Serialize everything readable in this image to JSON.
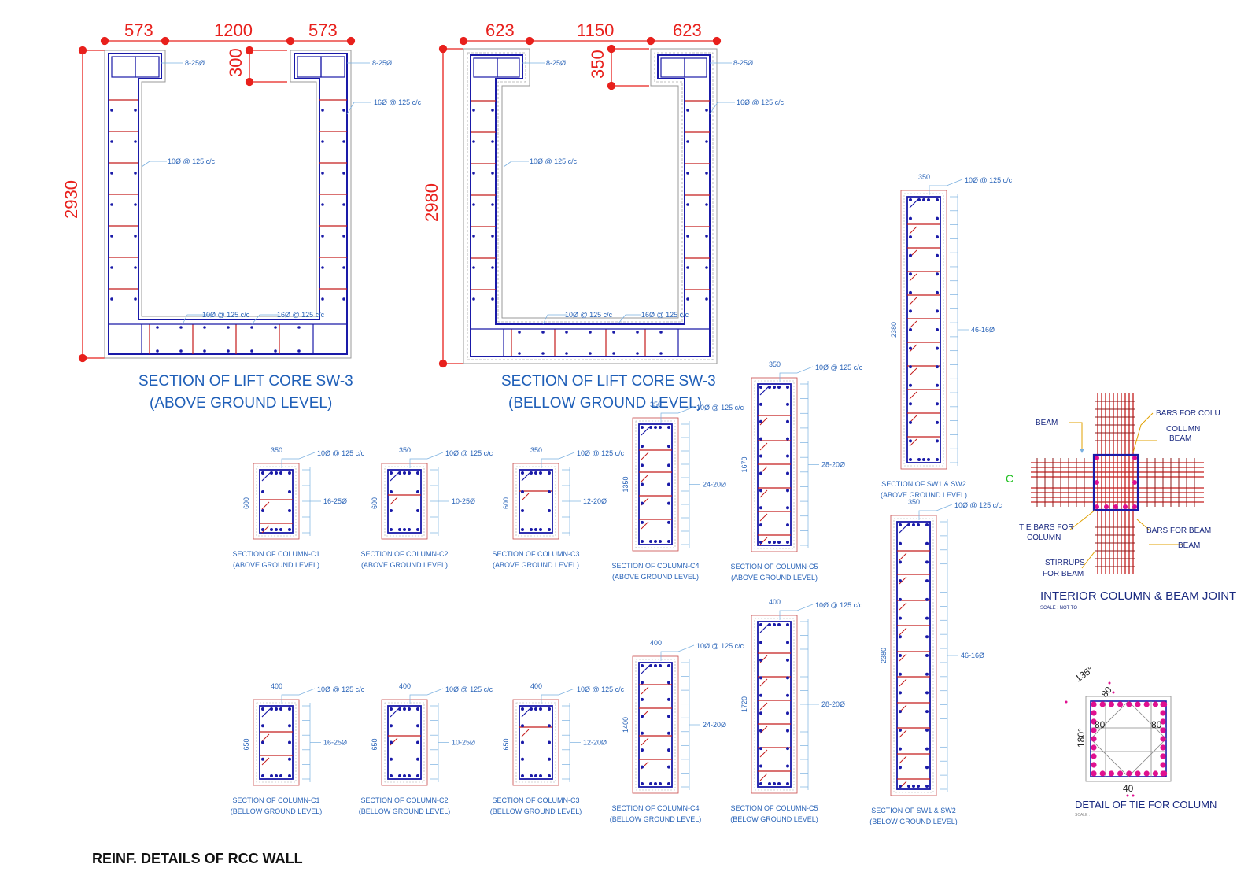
{
  "lift_core_above": {
    "dims_top": [
      "573",
      "1200",
      "573"
    ],
    "dim_height": "2930",
    "dim_opening": "300",
    "bar_corner_left": "8-25Ø",
    "bar_corner_right": "8-25Ø",
    "bar_vertical": "16Ø @ 125 c/c",
    "bar_inner": "10Ø @ 125 c/c",
    "bar_bottom_left": "10Ø @ 125 c/c",
    "bar_bottom_right": "16Ø @ 125 c/c",
    "title_line1": "SECTION OF LIFT CORE SW-3",
    "title_line2": "(ABOVE GROUND LEVEL)"
  },
  "lift_core_below": {
    "dims_top": [
      "623",
      "1150",
      "623"
    ],
    "dim_height": "2980",
    "dim_opening": "350",
    "bar_corner_left": "8-25Ø",
    "bar_corner_right": "8-25Ø",
    "bar_vertical": "16Ø @ 125 c/c",
    "bar_inner": "10Ø @ 125 c/c",
    "bar_bottom_left": "10Ø @ 125 c/c",
    "bar_bottom_right": "16Ø @ 125 c/c",
    "title_line1": "SECTION OF LIFT CORE SW-3",
    "title_line2": "(BELLOW GROUND LEVEL)"
  },
  "columns": [
    {
      "id": "c1a",
      "width": "350",
      "height": "600",
      "tie": "10Ø @ 125 c/c",
      "bars": "16-25Ø",
      "title": "SECTION OF COLUMN-C1",
      "sub": "(ABOVE GROUND LEVEL)"
    },
    {
      "id": "c2a",
      "width": "350",
      "height": "600",
      "tie": "10Ø @ 125 c/c",
      "bars": "10-25Ø",
      "title": "SECTION OF COLUMN-C2",
      "sub": "(ABOVE GROUND LEVEL)"
    },
    {
      "id": "c3a",
      "width": "350",
      "height": "600",
      "tie": "10Ø @ 125 c/c",
      "bars": "12-20Ø",
      "title": "SECTION OF COLUMN-C3",
      "sub": "(ABOVE GROUND LEVEL)"
    },
    {
      "id": "c4a",
      "width": "350",
      "height": "1350",
      "tie": "10Ø @ 125 c/c",
      "bars": "24-20Ø",
      "title": "SECTION OF COLUMN-C4",
      "sub": "(ABOVE GROUND LEVEL)"
    },
    {
      "id": "c5a",
      "width": "350",
      "height": "1670",
      "tie": "10Ø @ 125 c/c",
      "bars": "28-20Ø",
      "title": "SECTION OF COLUMN-C5",
      "sub": "(ABOVE GROUND LEVEL)"
    },
    {
      "id": "swa",
      "width": "350",
      "height": "2380",
      "tie": "10Ø @ 125 c/c",
      "bars": "46-16Ø",
      "title": "SECTION OF SW1 & SW2",
      "sub": "(ABOVE GROUND LEVEL)"
    },
    {
      "id": "c1b",
      "width": "400",
      "height": "650",
      "tie": "10Ø @ 125 c/c",
      "bars": "16-25Ø",
      "title": "SECTION OF COLUMN-C1",
      "sub": "(BELLOW GROUND LEVEL)"
    },
    {
      "id": "c2b",
      "width": "400",
      "height": "650",
      "tie": "10Ø @ 125 c/c",
      "bars": "10-25Ø",
      "title": "SECTION OF COLUMN-C2",
      "sub": "(BELLOW GROUND LEVEL)"
    },
    {
      "id": "c3b",
      "width": "400",
      "height": "650",
      "tie": "10Ø @ 125 c/c",
      "bars": "12-20Ø",
      "title": "SECTION OF COLUMN-C3",
      "sub": "(BELLOW GROUND LEVEL)"
    },
    {
      "id": "c4b",
      "width": "400",
      "height": "1400",
      "tie": "10Ø @ 125 c/c",
      "bars": "24-20Ø",
      "title": "SECTION OF COLUMN-C4",
      "sub": "(BELLOW GROUND LEVEL)"
    },
    {
      "id": "c5b",
      "width": "400",
      "height": "1720",
      "tie": "10Ø @ 125 c/c",
      "bars": "28-20Ø",
      "title": "SECTION OF COLUMN-C5",
      "sub": "(BELOW GROUND LEVEL)"
    },
    {
      "id": "swb",
      "width": "350",
      "height": "2380",
      "tie": "10Ø @ 125 c/c",
      "bars": "46-16Ø",
      "title": "SECTION OF SW1 & SW2",
      "sub": "(BELOW GROUND LEVEL)"
    }
  ],
  "joint": {
    "beam": "BEAM",
    "bars_for_column": "BARS FOR COLU",
    "column": "COLUMN",
    "column_beam": "BEAM",
    "c_mark": "C",
    "tie_bars_line1": "TIE BARS FOR",
    "tie_bars_line2": "COLUMN",
    "bars_for_beam": "BARS FOR BEAM",
    "beam2": "BEAM",
    "stirrups_line1": "STIRRUPS",
    "stirrups_line2": "FOR BEAM",
    "title": "INTERIOR COLUMN & BEAM JOINT",
    "scale": "SCALE : NOT TO"
  },
  "tie_detail": {
    "angle_135": "135°",
    "angle_180": "180°",
    "dim_80_top": "80",
    "dim_80_left": "80",
    "dim_80_right": "80",
    "dim_40": "40",
    "title": "DETAIL OF TIE FOR COLUMN",
    "scale": "SCALE :"
  },
  "footer": {
    "title": "REINF. DETAILS OF RCC WALL"
  },
  "colors": {
    "red_dim": "#e8201c",
    "rebar_blue": "#1a1aa8",
    "tie_red": "#c41c1c",
    "label_blue": "#2a64b8",
    "pink": "#e01090"
  }
}
